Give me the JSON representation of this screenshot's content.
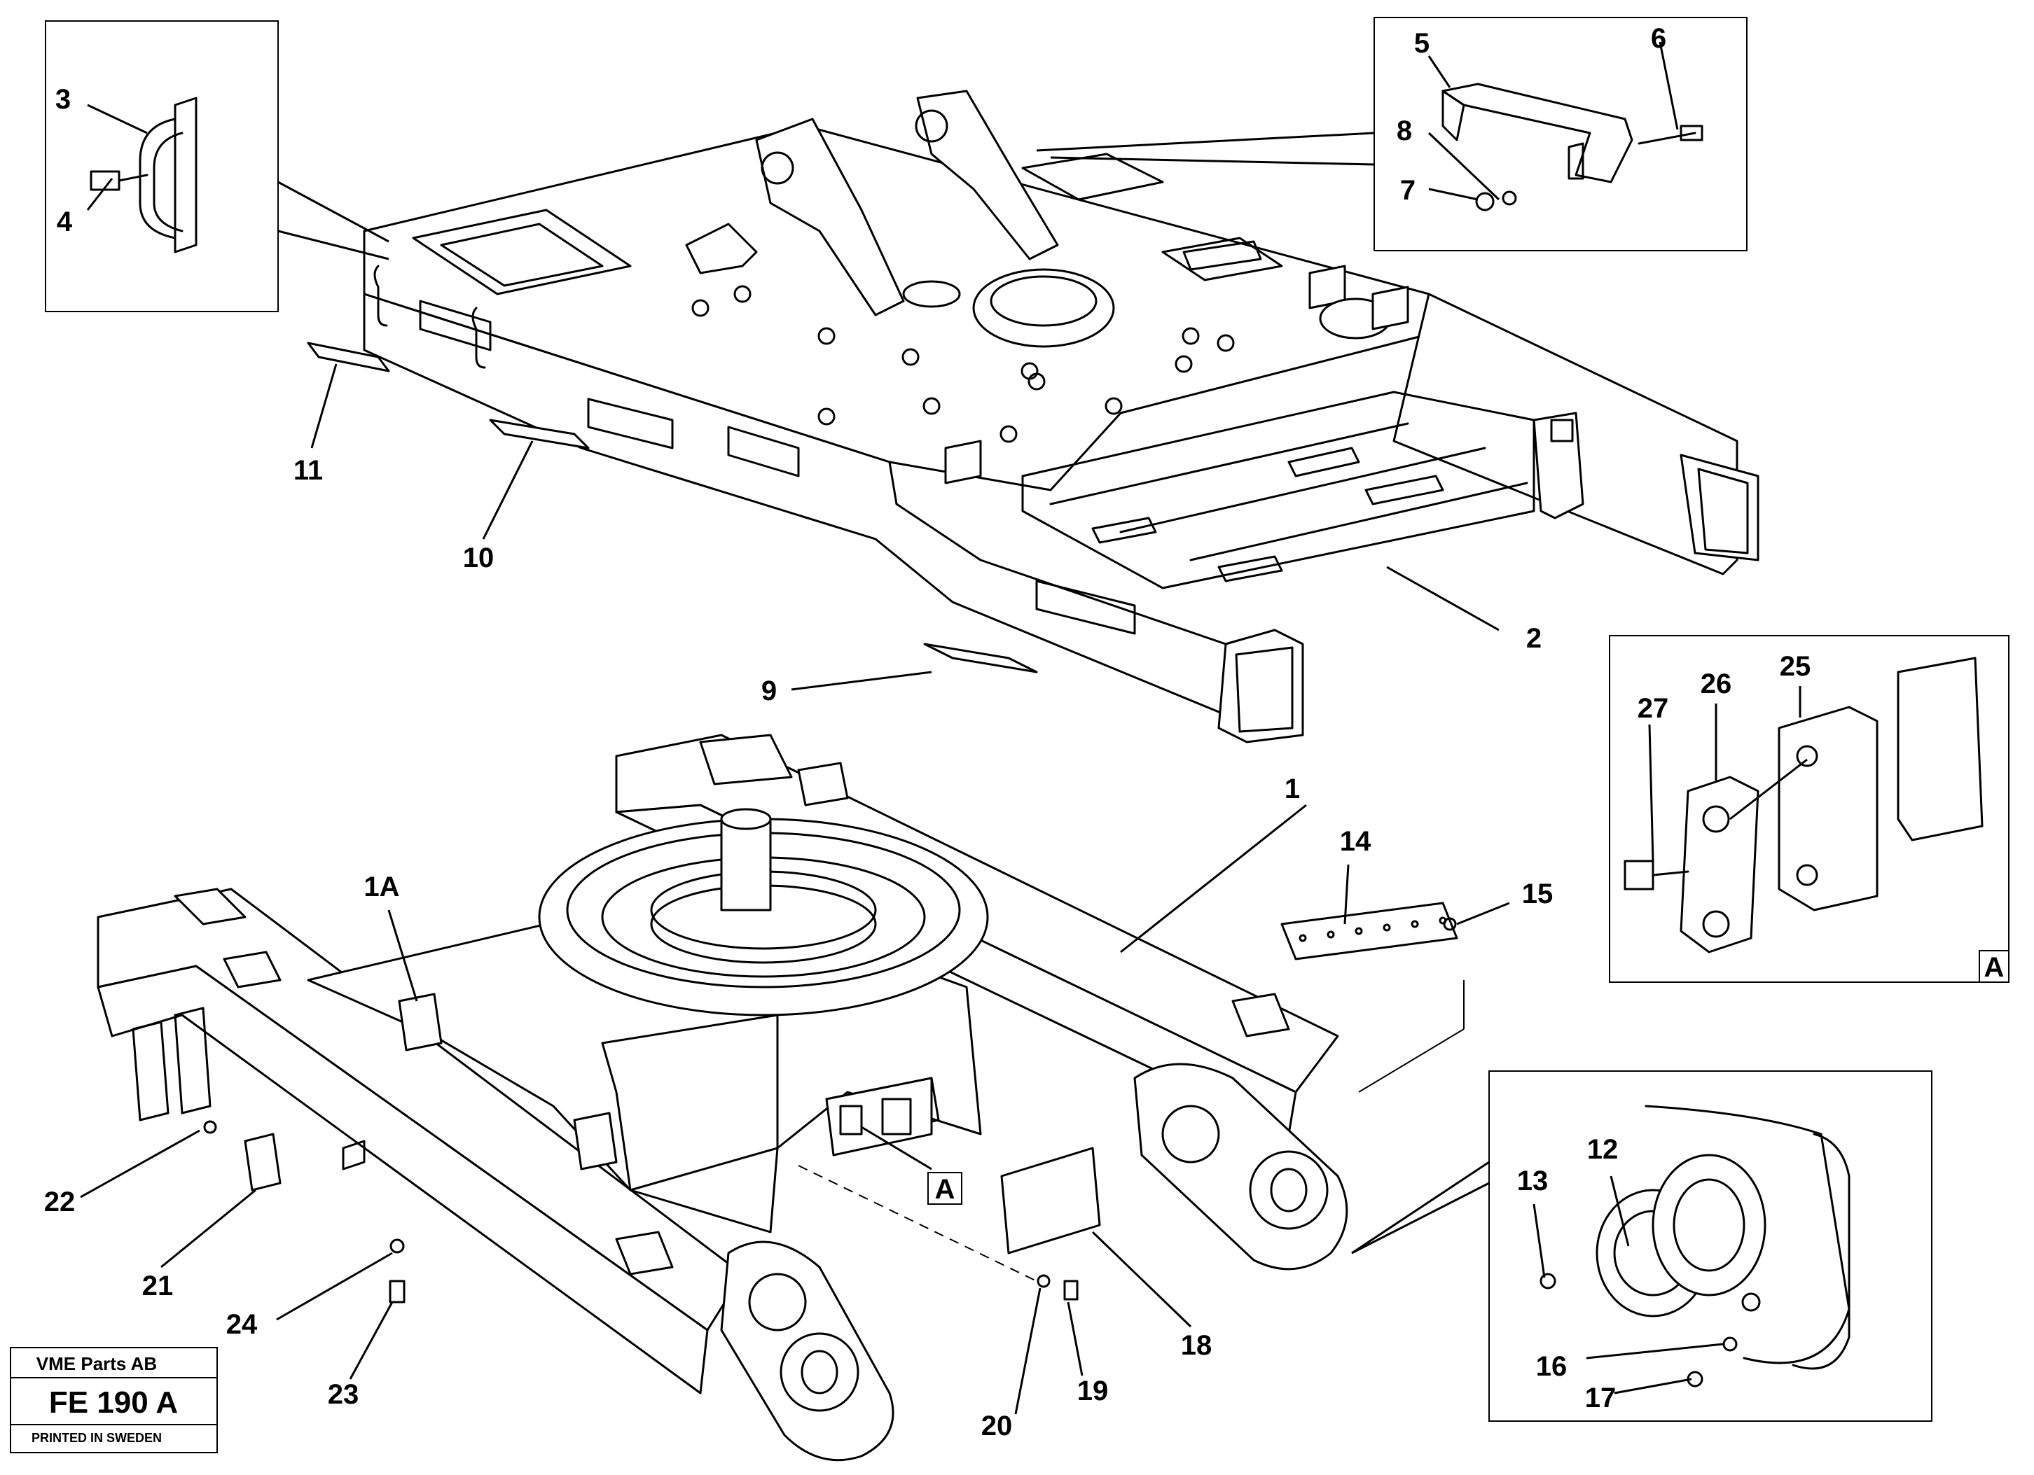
{
  "callouts": [
    "1",
    "1A",
    "2",
    "3",
    "4",
    "5",
    "6",
    "7",
    "8",
    "9",
    "10",
    "11",
    "12",
    "13",
    "14",
    "15",
    "16",
    "17",
    "18",
    "19",
    "20",
    "21",
    "22",
    "23",
    "24",
    "25",
    "26",
    "27"
  ],
  "detail_markers": {
    "frame_label": "A",
    "inline_label": "A"
  },
  "title_block": {
    "company": "VME Parts AB",
    "drawing_number": "FE 190 A",
    "footer": "PRINTED IN SWEDEN"
  },
  "icons": [
    "upper-frame",
    "undercarriage-frame",
    "handle-detail",
    "bracket-detail",
    "clamp-detail",
    "idler-hub-detail"
  ],
  "colors": {
    "ink": "#000000",
    "paper": "#ffffff"
  }
}
